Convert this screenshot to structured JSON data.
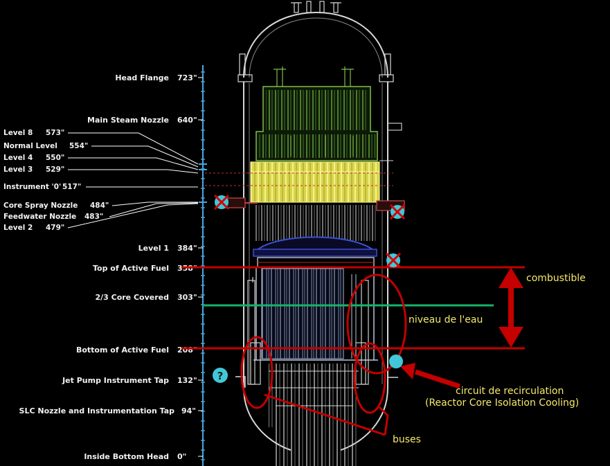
{
  "levels_right": [
    {
      "label": "Head Flange",
      "value": "723\""
    },
    {
      "label": "Main Steam Nozzle",
      "value": "640\""
    },
    {
      "label": "Level 1",
      "value": "384\""
    },
    {
      "label": "Top of Active Fuel",
      "value": "358\""
    },
    {
      "label": "2/3 Core Covered",
      "value": "303\""
    },
    {
      "label": "Bottom of Active Fuel",
      "value": "208\""
    },
    {
      "label": "Jet Pump Instrument Tap",
      "value": "132\""
    },
    {
      "label": "SLC Nozzle and Instrumentation Tap",
      "value": "94\""
    },
    {
      "label": "Inside Bottom Head",
      "value": "0\""
    }
  ],
  "levels_left": [
    {
      "label": "Level 8",
      "value": "573\""
    },
    {
      "label": "Normal Level",
      "value": "554\""
    },
    {
      "label": "Level 4",
      "value": "550\""
    },
    {
      "label": "Level 3",
      "value": "529\""
    },
    {
      "label": "Instrument '0'",
      "value": "517\""
    },
    {
      "label": "Core Spray Nozzle",
      "value": "484\""
    },
    {
      "label": "Feedwater Nozzle",
      "value": "483\""
    },
    {
      "label": "Level 2",
      "value": "479\""
    }
  ],
  "annotations": {
    "fuel": "combustible",
    "water_level": "niveau de l'eau",
    "recirc_line1": "circuit de recirculation",
    "recirc_line2": "(Reactor Core Isolation Cooling)",
    "jet_pumps": "buses",
    "question_mark": "?"
  },
  "colors": {
    "background": "#000000",
    "ruler": "#4aa8e0",
    "annotation_red": "#c40000",
    "water_line": "#16b36b",
    "annotation_text": "#f6ea6c",
    "steam_dryer": "#7fbf4a",
    "steam_separator": "#e6e26a",
    "marker_cyan": "#3fe0e8"
  }
}
